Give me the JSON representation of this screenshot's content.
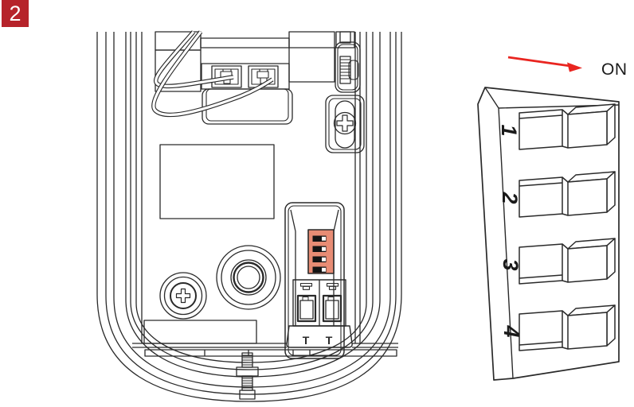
{
  "step_badge": {
    "number": "2"
  },
  "colors": {
    "badge_bg": "#b6232a",
    "badge_text": "#ffffff",
    "line": "#2a2a2a",
    "dip_block": "#e88c74",
    "switch_body": "#141414",
    "arrow": "#e92520"
  },
  "device_diagram": {
    "terminal_block": {
      "labels": [
        "T",
        "T"
      ]
    },
    "dip_block": {
      "switch_count": 4,
      "positions": [
        "right",
        "right",
        "right",
        "right"
      ]
    }
  },
  "dip_detail": {
    "on_label": "ON",
    "switches": [
      {
        "number": "1",
        "position": "on"
      },
      {
        "number": "2",
        "position": "on"
      },
      {
        "number": "3",
        "position": "on"
      },
      {
        "number": "4",
        "position": "on"
      }
    ]
  }
}
